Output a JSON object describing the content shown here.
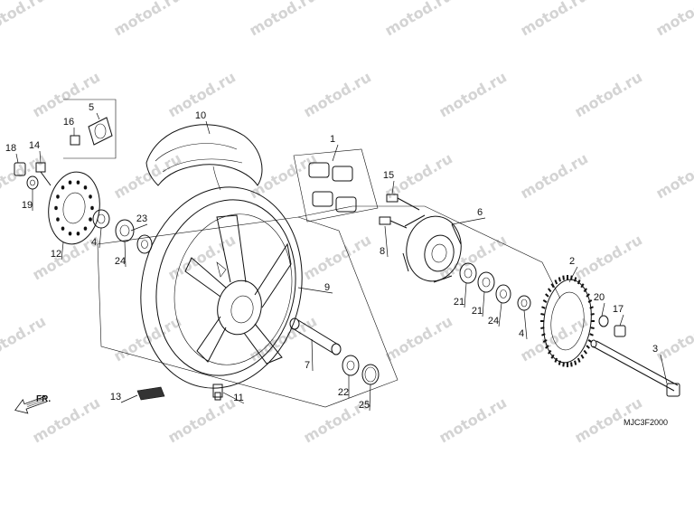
{
  "watermark": {
    "text": "motod.ru"
  },
  "diagram_code": "MJC3F2000",
  "front_arrow_label": "FR.",
  "callouts": {
    "p1": "1",
    "p2": "2",
    "p3": "3",
    "p4a": "4",
    "p4b": "4",
    "p5": "5",
    "p6": "6",
    "p7": "7",
    "p8": "8",
    "p9": "9",
    "p10": "10",
    "p11": "11",
    "p12": "12",
    "p13": "13",
    "p14": "14",
    "p15": "15",
    "p16": "16",
    "p17": "17",
    "p18": "18",
    "p19": "19",
    "p20": "20",
    "p21a": "21",
    "p21b": "21",
    "p22": "22",
    "p23": "23",
    "p24a": "24",
    "p24b": "24",
    "p25": "25"
  },
  "icons": {
    "front_arrow": "fr-direction-arrow-icon"
  }
}
